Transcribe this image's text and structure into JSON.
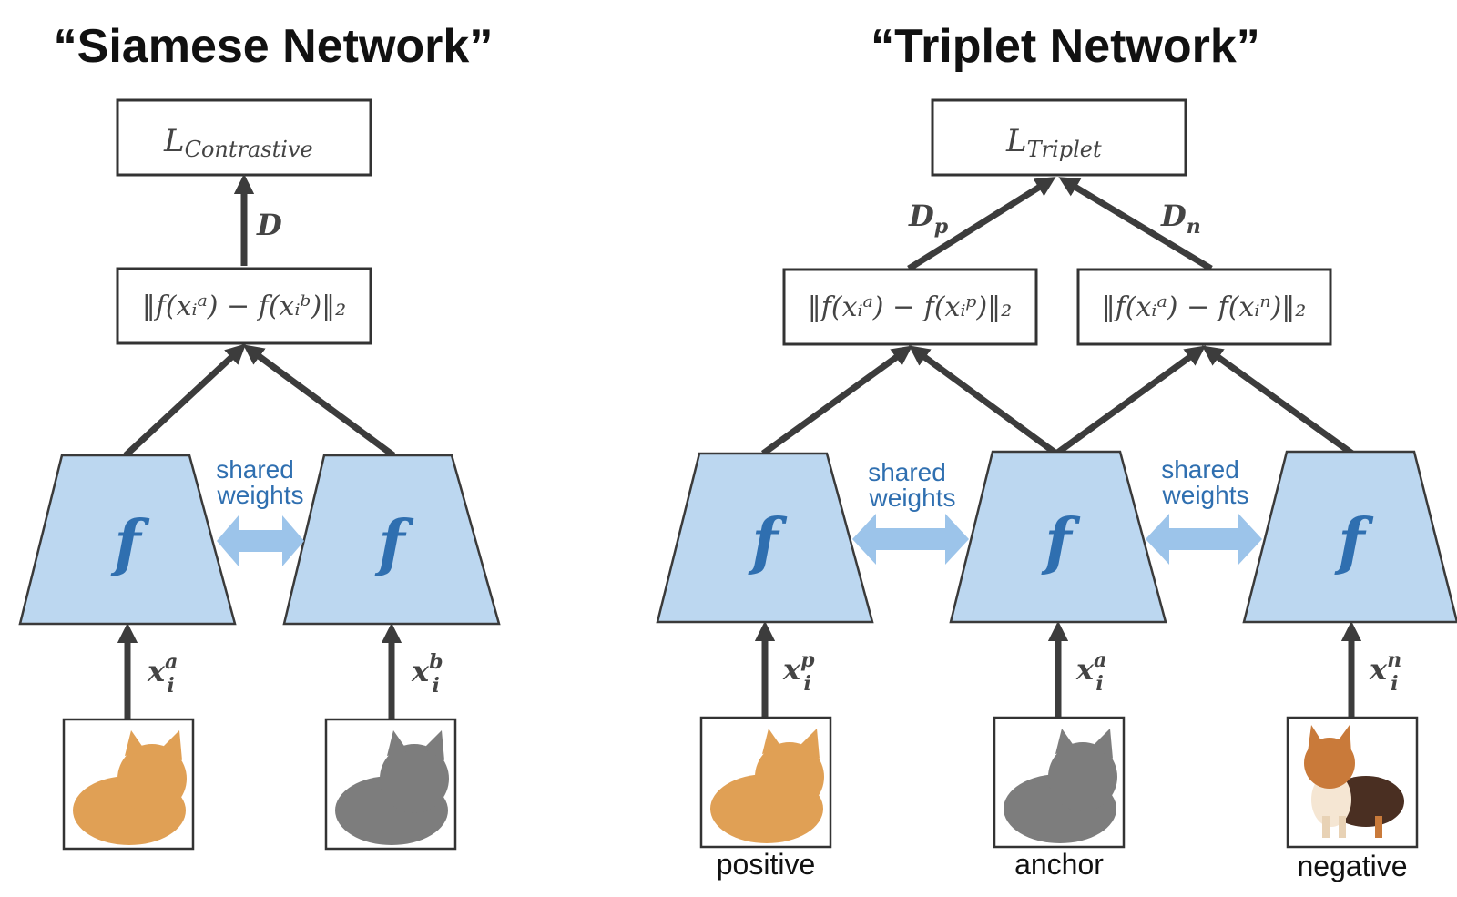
{
  "siamese": {
    "title": "“Siamese Network”",
    "loss_main": "L",
    "loss_sub": "Contrastive",
    "dist_label": "D",
    "distance_expr": "‖f(xᵢᵃ) − f(xᵢᵇ)‖₂",
    "net_label": "f",
    "shared_line1": "shared",
    "shared_line2": "weights",
    "input_a": "x",
    "input_a_sup": "a",
    "input_a_sub": "i",
    "input_b": "x",
    "input_b_sup": "b",
    "input_b_sub": "i",
    "image_a_icon": "orange-cat-icon",
    "image_b_icon": "gray-cat-icon"
  },
  "triplet": {
    "title": "“Triplet Network”",
    "loss_main": "L",
    "loss_sub": "Triplet",
    "dist_p": "D",
    "dist_p_sub": "p",
    "dist_n": "D",
    "dist_n_sub": "n",
    "distance_p_expr": "‖f(xᵢᵃ) − f(xᵢᵖ)‖₂",
    "distance_n_expr": "‖f(xᵢᵃ) − f(xᵢⁿ)‖₂",
    "net_label": "f",
    "shared_line1": "shared",
    "shared_line2": "weights",
    "input_p": "x",
    "input_p_sup": "p",
    "input_p_sub": "i",
    "input_a": "x",
    "input_a_sup": "a",
    "input_a_sub": "i",
    "input_n": "x",
    "input_n_sup": "n",
    "input_n_sub": "i",
    "caption_positive": "positive",
    "caption_anchor": "anchor",
    "caption_negative": "negative",
    "image_p_icon": "orange-cat-icon",
    "image_a_icon": "gray-cat-icon",
    "image_n_icon": "corgi-dog-icon"
  },
  "colors": {
    "network_fill": "#bcd7f0",
    "accent_blue": "#2f6fb0",
    "arrow": "#3c3c3c",
    "orange_cat": "#e0a055",
    "gray_cat": "#7d7d7d"
  }
}
